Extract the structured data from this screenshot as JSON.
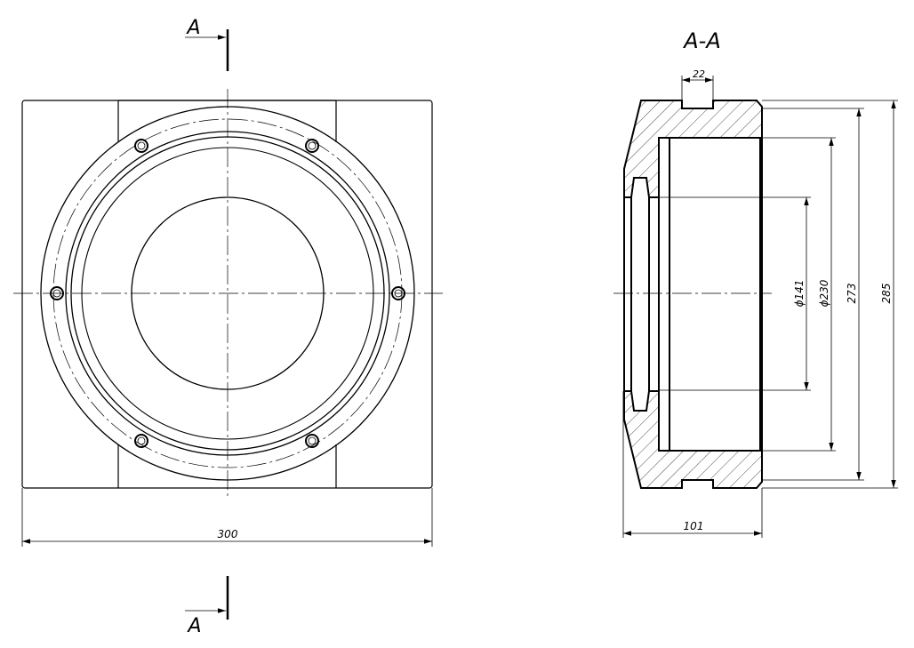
{
  "drawing": {
    "section_marker_top": "A",
    "section_marker_bottom": "A",
    "section_title": "A-A",
    "dimensions": {
      "overall_width": "300",
      "slot_width": "22",
      "bore_inner": "ϕ141",
      "bore_outer": "ϕ230",
      "flange_inner": "273",
      "flange_outer": "285",
      "depth": "101"
    }
  }
}
